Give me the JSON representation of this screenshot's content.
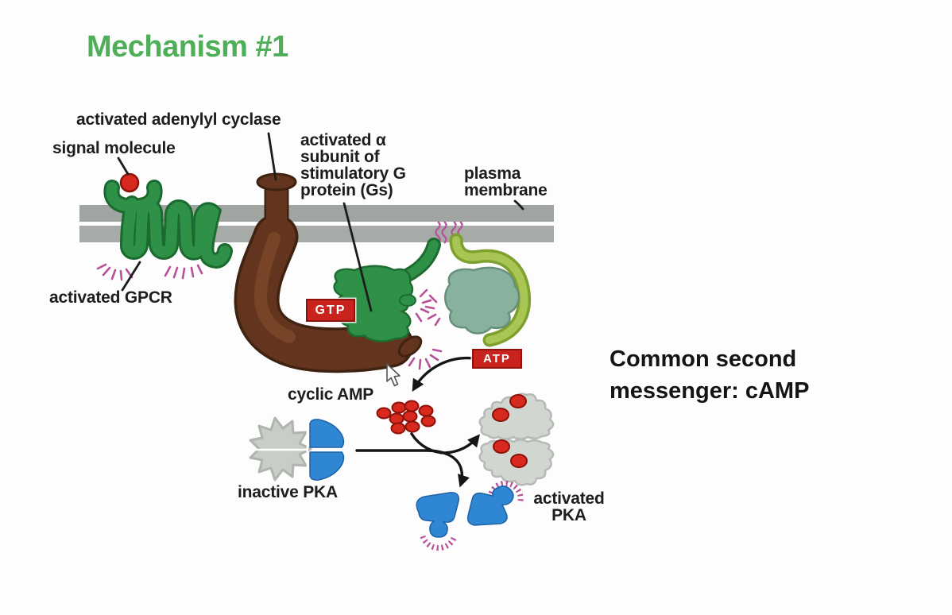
{
  "title": "Mechanism #1",
  "labels": {
    "adenylyl_cyclase": "activated adenylyl cyclase",
    "signal_molecule": "signal molecule",
    "alpha_subunit": [
      "activated α",
      "subunit of",
      "stimulatory G",
      "protein (Gs)"
    ],
    "plasma_membrane": [
      "plasma",
      "membrane"
    ],
    "gpcr": "activated GPCR",
    "cyclic_amp": "cyclic AMP",
    "inactive_pka": "inactive PKA",
    "activated_pka": [
      "activated",
      "PKA"
    ]
  },
  "badges": {
    "gtp": "GTP",
    "atp": "ATP"
  },
  "note": [
    "Common second",
    "messenger: cAMP"
  ],
  "colors": {
    "title_green": "#4fae58",
    "text_black": "#1d1d1d",
    "membrane_gray": "#a2a7a4",
    "receptor_green": "#2f9048",
    "dark_green_outline": "#1d6b31",
    "beta_subunit_sage": "#88b19e",
    "gamma_subunit_lime": "#a9c654",
    "adenylyl_cyclase_brown": "#63351f",
    "brown_outline": "#3f2210",
    "badge_red": "#c8231c",
    "camp_red": "#d7291d",
    "pka_blue": "#2f86d3",
    "pka_gray": "#c9cdc8",
    "activity_pink": "#b8509a"
  }
}
